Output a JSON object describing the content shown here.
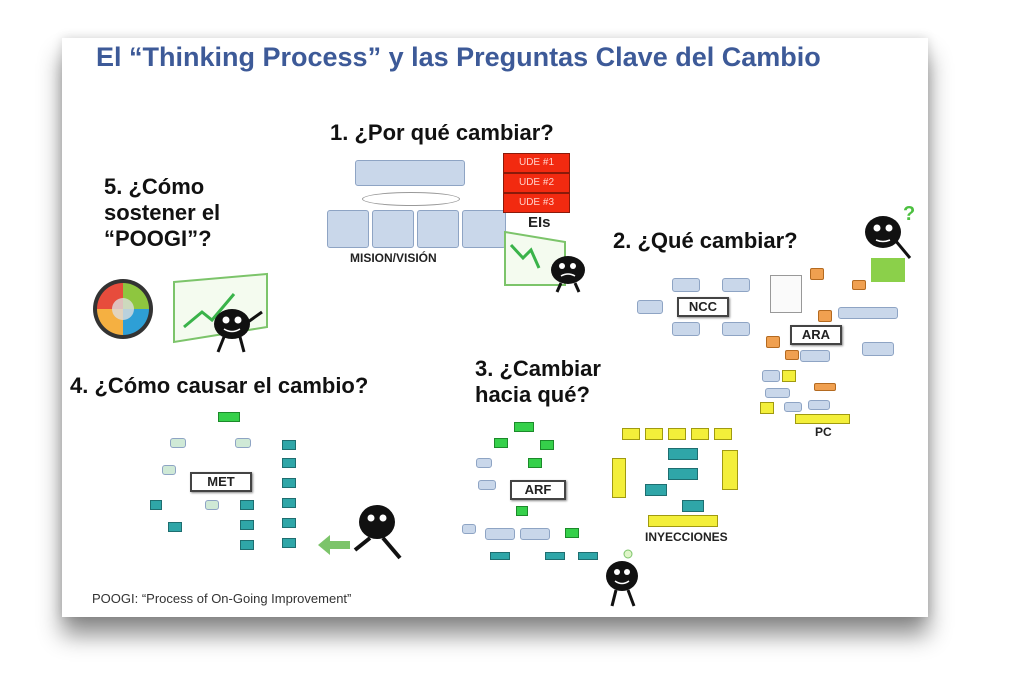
{
  "title": "El “Thinking Process” y las Preguntas Clave del Cambio",
  "questions": {
    "q1": "1. ¿Por qué cambiar?",
    "q2": "2. ¿Qué cambiar?",
    "q3": [
      "3. ¿Cambiar",
      "hacia qué?"
    ],
    "q4": "4. ¿Cómo causar el cambio?",
    "q5": [
      "5. ¿Cómo",
      "sostener el",
      "“POOGI”?"
    ]
  },
  "diagram_labels": {
    "mision": "MISION/VISIÓN",
    "udes": [
      "UDE #1",
      "UDE #2",
      "UDE #3"
    ],
    "eis": "EIs",
    "ncc": "NCC",
    "ara": "ARA",
    "pc": "PC",
    "arf": "ARF",
    "inyecciones": "INYECCIONES",
    "met": "MET"
  },
  "footer": "POOGI: “Process of On-Going Improvement”",
  "colors": {
    "title": "#3d5a98",
    "ude": "#f22a10",
    "box": "#c9d7ea",
    "orange": "#f0a050",
    "yellow": "#f3ef3a",
    "green": "#35d04a",
    "teal": "#2fa6a8"
  }
}
